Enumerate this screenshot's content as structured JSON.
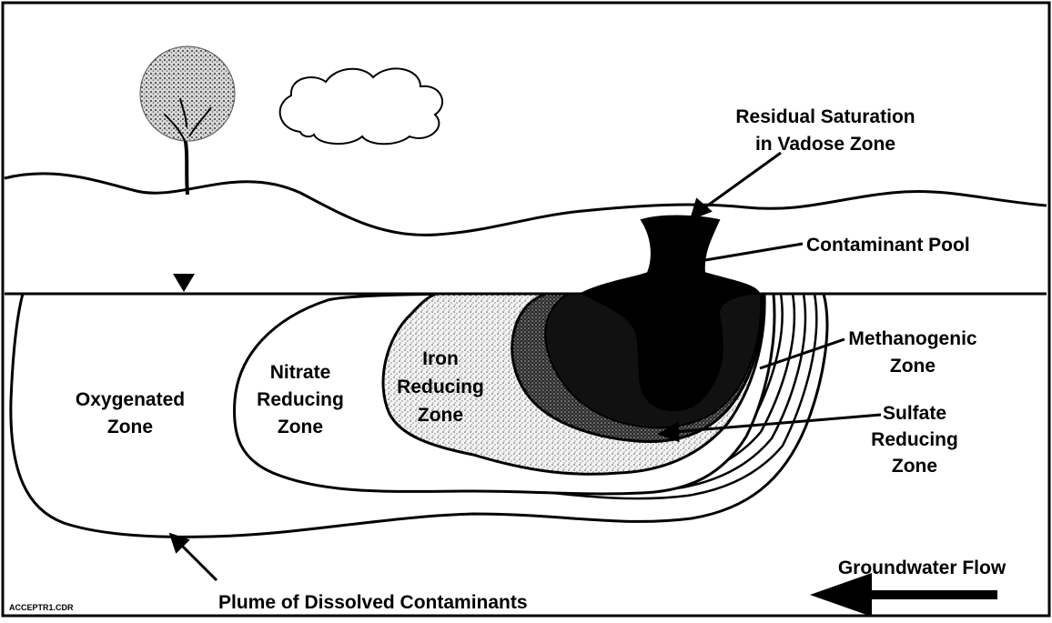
{
  "labels": {
    "residual_line1": "Residual Saturation",
    "residual_line2": "in Vadose Zone",
    "pool": "Contaminant Pool",
    "methanogenic_line1": "Methanogenic",
    "methanogenic_line2": "Zone",
    "sulfate_line1": "Sulfate",
    "sulfate_line2": "Reducing",
    "sulfate_line3": "Zone",
    "iron_line1": "Iron",
    "iron_line2": "Reducing",
    "iron_line3": "Zone",
    "nitrate_line1": "Nitrate",
    "nitrate_line2": "Reducing",
    "nitrate_line3": "Zone",
    "oxygenated_line1": "Oxygenated",
    "oxygenated_line2": "Zone",
    "plume": "Plume of Dissolved Contaminants",
    "flow": "Groundwater Flow",
    "file_code": "ACCEPTR1.CDR"
  },
  "icons": {
    "water_table": "inverted-triangle-icon",
    "tree": "tree-icon",
    "cloud": "cloud-icon",
    "flow_arrow": "left-arrow-icon"
  },
  "colors": {
    "ink": "#000000",
    "paper": "#ffffff",
    "iron_stipple": "#c8c8c8",
    "methanogenic_fill": "#111111"
  }
}
